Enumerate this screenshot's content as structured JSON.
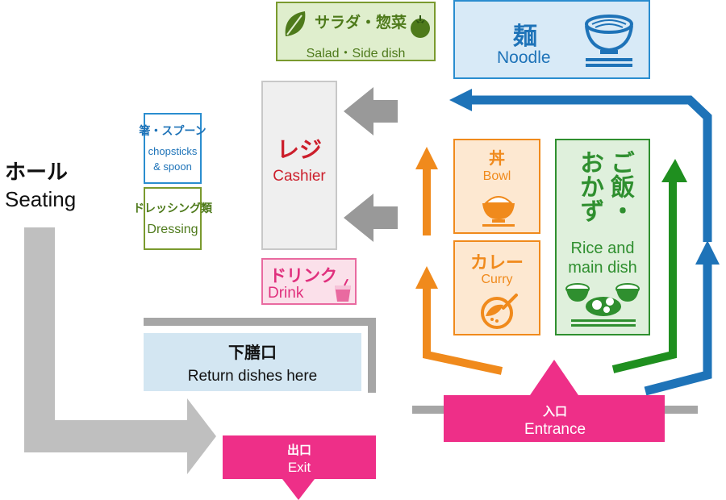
{
  "salad": {
    "jp": "サラダ・惣菜",
    "en": "Salad・Side dish",
    "color": "#4e7a1b"
  },
  "noodle": {
    "jp": "麺",
    "en": "Noodle",
    "color": "#1e73b8"
  },
  "cashier": {
    "jp": "レジ",
    "en": "Cashier",
    "color": "#cc1f2c"
  },
  "chopsticks": {
    "jp": "箸・スプーン",
    "en_line1": "chopsticks",
    "en_line2": "& spoon"
  },
  "dressing": {
    "jp": "ドレッシング類",
    "en": "Dressing"
  },
  "drink": {
    "jp": "ドリンク",
    "en": "Drink",
    "color": "#e0307d"
  },
  "hall": {
    "jp": "ホール",
    "en": "Seating"
  },
  "return": {
    "jp": "下膳口",
    "en": "Return dishes here"
  },
  "bowl": {
    "jp": "丼",
    "en": "Bowl",
    "color": "#f08a1c"
  },
  "curry": {
    "jp": "カレー",
    "en": "Curry"
  },
  "rice": {
    "jp": "ご飯・おかず",
    "jp_col1": "おかず",
    "jp_col2": "ご飯・",
    "en_line1": "Rice and",
    "en_line2": "main dish",
    "color": "#2f8f2f"
  },
  "entrance": {
    "jp": "入口",
    "en": "Entrance",
    "color": "#ee2f88"
  },
  "exit": {
    "jp": "出口",
    "en": "Exit",
    "color": "#ee2f88"
  }
}
